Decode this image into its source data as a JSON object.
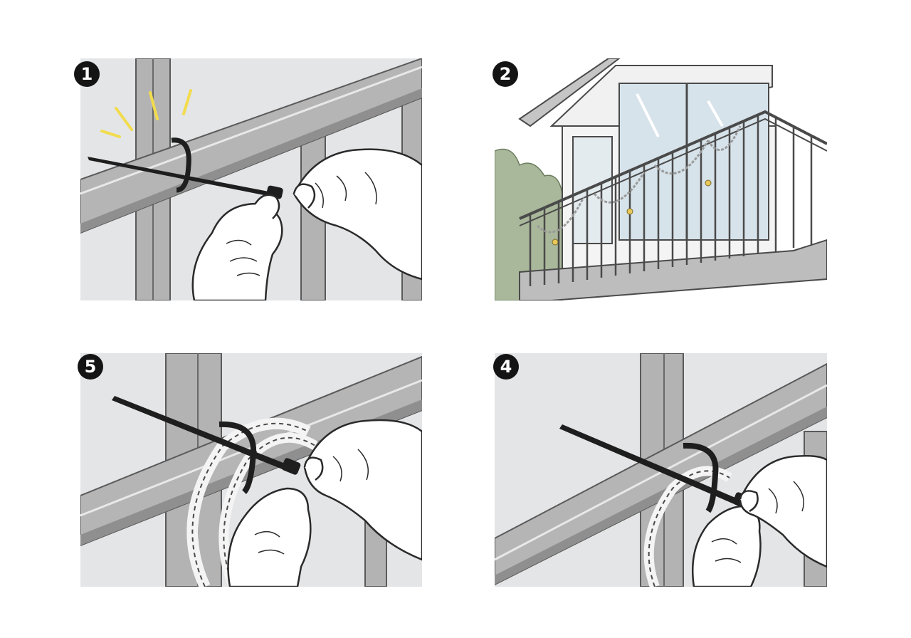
{
  "steps": [
    {
      "number": "1",
      "scene": "tighten-tie"
    },
    {
      "number": "2",
      "scene": "balcony-overview"
    },
    {
      "number": "5",
      "scene": "wrap-string-lights"
    },
    {
      "number": "4",
      "scene": "secure-cable-tie"
    }
  ],
  "colors": {
    "railing": "#a8a8a8",
    "railing_dark": "#7c7c7c",
    "background": "#dcdfe2",
    "cable_tie": "#1e1e1e",
    "hand_fill": "#ffffff",
    "spark": "#f2dc4e",
    "foliage": "#a9b89a",
    "bulb": "#e9c85a"
  }
}
